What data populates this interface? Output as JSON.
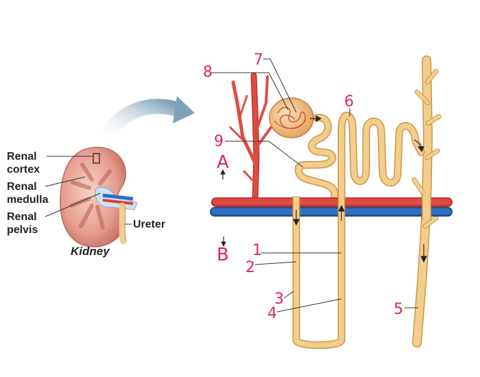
{
  "kidney": {
    "labels": {
      "cortex_line1": "Renal",
      "cortex_line2": "cortex",
      "medulla_line1": "Renal",
      "medulla_line2": "medulla",
      "pelvis_line1": "Renal",
      "pelvis_line2": "pelvis",
      "ureter": "Ureter",
      "caption": "Kidney"
    }
  },
  "annotations": {
    "n1": "1",
    "n2": "2",
    "n3": "3",
    "n4": "4",
    "n5": "5",
    "n6": "6",
    "n7": "7",
    "n8": "8",
    "n9": "9",
    "region_a": "A",
    "region_b": "B"
  },
  "colors": {
    "tubule": "#f4cd8a",
    "tubule_edge": "#c8964a",
    "artery": "#d9403a",
    "vein": "#2f6fc0",
    "glomerulus": "#f2b47a",
    "kidney_tissue": "#e8a49a",
    "annotation_ink": "#e0245e"
  }
}
